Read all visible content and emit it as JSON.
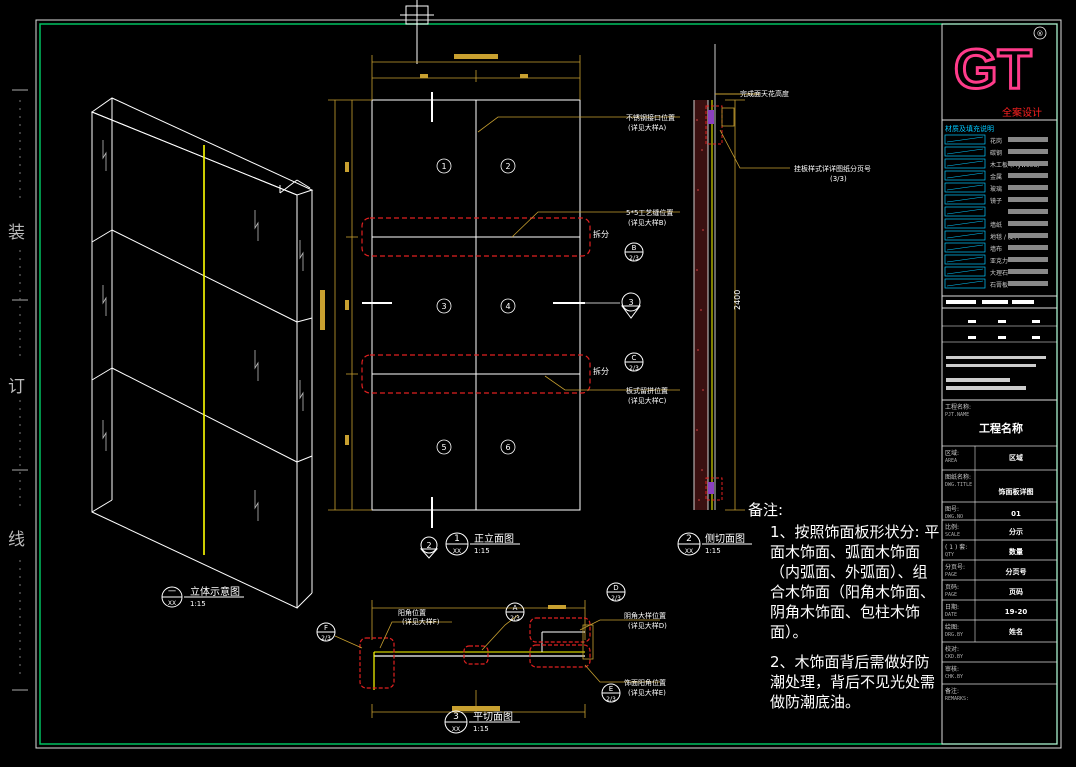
{
  "binding_marks": [
    "装",
    "订",
    "线"
  ],
  "logo": {
    "text": "GT",
    "reg": "®",
    "company": "全案设计"
  },
  "title_block": {
    "legend_title": "材质及填充说明",
    "legend_items": [
      "花岗",
      "碳钢",
      "木工板 (Plywood)",
      "金属",
      "玻璃",
      "镜子",
      "",
      "墙纸",
      "地毯 / 皮料",
      "墙布",
      "亚克力",
      "大理石",
      "石膏板"
    ],
    "project_label": "工程名称:",
    "project_label_en": "PJT.NAME",
    "project_value": "工程名称",
    "area_label": "区域:",
    "area_label_en": "AREA",
    "area_value": "区域",
    "drawing_label": "图纸名称:",
    "drawing_label_en": "DWG.TITLE",
    "drawing_value": "饰面板详图",
    "no_label": "图号:",
    "no_label_en": "DWG.NO",
    "no_value": "01",
    "scale_label": "比例:",
    "scale_label_en": "SCALE",
    "scale_value": "分示",
    "qty_label": "( 1 ) 套:",
    "qty_label_en": "QTY",
    "qty_value": "数量",
    "page_label": "分页号:",
    "page_label_en": "PAGE",
    "page_value": "分页号",
    "total_label": "页码:",
    "total_label_en": "PAGE",
    "total_value": "页码",
    "date_label": "日期:",
    "date_label_en": "DATE",
    "date_value": "19-20",
    "drawn_label": "绘图:",
    "drawn_label_en": "DRG.BY",
    "drawn_value": "姓名",
    "check_label": "校对:",
    "check_label_en": "CKD.BY",
    "approve_label": "审核:",
    "approve_label_en": "CHK.BY",
    "remarks_label": "备注:",
    "remarks_label_en": "REMARKS:"
  },
  "views": {
    "iso": {
      "num": "一",
      "sub": "XX",
      "title": "立体示意图",
      "scale": "1:15"
    },
    "front": {
      "num": "1",
      "sub": "XX",
      "ref": "2",
      "title": "正立面图",
      "scale": "1:15"
    },
    "side": {
      "num": "2",
      "sub": "XX",
      "title": "侧切面图",
      "scale": "1:15"
    },
    "plan": {
      "num": "3",
      "sub": "XX",
      "title": "平切面图",
      "scale": "1:15"
    }
  },
  "panel_numbers": [
    "1",
    "2",
    "3",
    "4",
    "5",
    "6"
  ],
  "annotations": {
    "stainless": "不锈钢接口位置",
    "stainless_ref": "(详见大样A)",
    "groove": "5*5工艺缝位置",
    "groove_ref": "(详见大样B)",
    "split": "拆分",
    "joint": "板式留拼位置",
    "joint_ref": "(详见大样C)",
    "ceiling": "完成面天花高度",
    "side_note": "挂板样式详详图纸分页号",
    "side_note_ref": "(3/3)",
    "outer_corner": "阳角位置",
    "outer_corner_ref": "(详见大样F)",
    "inner_corner": "阴角大样位置",
    "inner_corner_ref": "(详见大样D)",
    "finish_corner": "饰面阳角位置",
    "finish_corner_ref": "(详见大样E)",
    "height": "2400"
  },
  "callouts": {
    "B": {
      "letter": "B",
      "page": "2/3"
    },
    "C": {
      "letter": "C",
      "page": "2/3"
    },
    "A": {
      "letter": "A",
      "page": "2/3"
    },
    "D": {
      "letter": "D",
      "page": "2/3"
    },
    "E": {
      "letter": "E",
      "page": "2/3"
    },
    "F": {
      "letter": "F",
      "page": "2/3"
    },
    "sec3": {
      "letter": "3",
      "page": ""
    }
  },
  "notes": {
    "title": "备注:",
    "items": [
      "1、按照饰面板形状分: 平面木饰面、弧面木饰面（内弧面、外弧面）、组合木饰面（阳角木饰面、阴角木饰面、包柱木饰面）。",
      "2、木饰面背后需做好防潮处理，背后不见光处需做防潮底油。"
    ]
  },
  "colors": {
    "frame": "#00c060",
    "line": "#ffffff",
    "accent": "#ffff00",
    "red": "#e02020",
    "dim": "#c8a030",
    "logo": "#ff3b8a",
    "company": "#ff2020"
  }
}
